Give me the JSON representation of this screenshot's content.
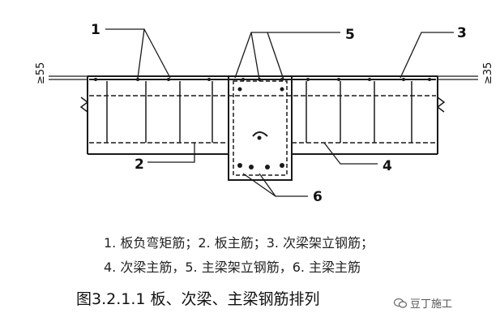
{
  "labels": {
    "l1": "1",
    "l2": "2",
    "l3": "3",
    "l4": "4",
    "l5": "5",
    "l6": "6"
  },
  "dims": {
    "left": "≥55",
    "right": "≥35"
  },
  "legend": {
    "line1": "1. 板负弯矩筋；2. 板主筋；3. 次梁架立钢筋；",
    "line2": "4. 次梁主筋，5. 主梁架立钢筋，6. 主梁主筋"
  },
  "caption": "图3.2.1.1 板、次梁、主梁钢筋排列",
  "watermark": "豆丁施工",
  "colors": {
    "line": "#1a1a1a",
    "text": "#111111",
    "watermark": "#555555"
  }
}
